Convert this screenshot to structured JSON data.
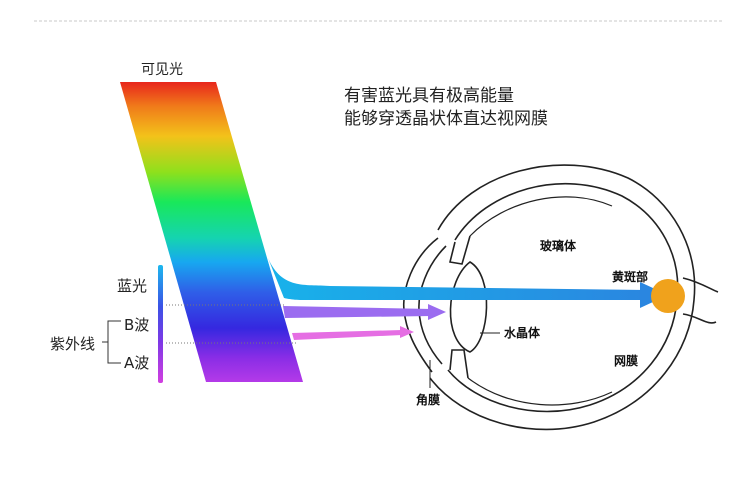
{
  "spectrum": {
    "title": "可见光",
    "blue_light": "蓝光",
    "uv_group": "紫外线",
    "uvb": "B波",
    "uva": "A波"
  },
  "caption": {
    "line1": "有害蓝光具有极高能量",
    "line2": "能够穿透晶状体直达视网膜"
  },
  "eye": {
    "vitreous": "玻璃体",
    "macula": "黄斑部",
    "lens": "水晶体",
    "retina": "网膜",
    "cornea": "角膜"
  },
  "colors": {
    "spectrum_stops": [
      "#e8261c",
      "#f07a1a",
      "#f3c21a",
      "#8fe01c",
      "#19e85a",
      "#15d4b0",
      "#17a8f0",
      "#2f5fe8",
      "#3528e0",
      "#8a2de6",
      "#b43ae8"
    ],
    "blue_ray": "#22a7e8",
    "uvb_ray": "#9b6cf0",
    "uva_ray": "#e56ee3",
    "macula": "#f0a21c",
    "line": "#222222"
  }
}
